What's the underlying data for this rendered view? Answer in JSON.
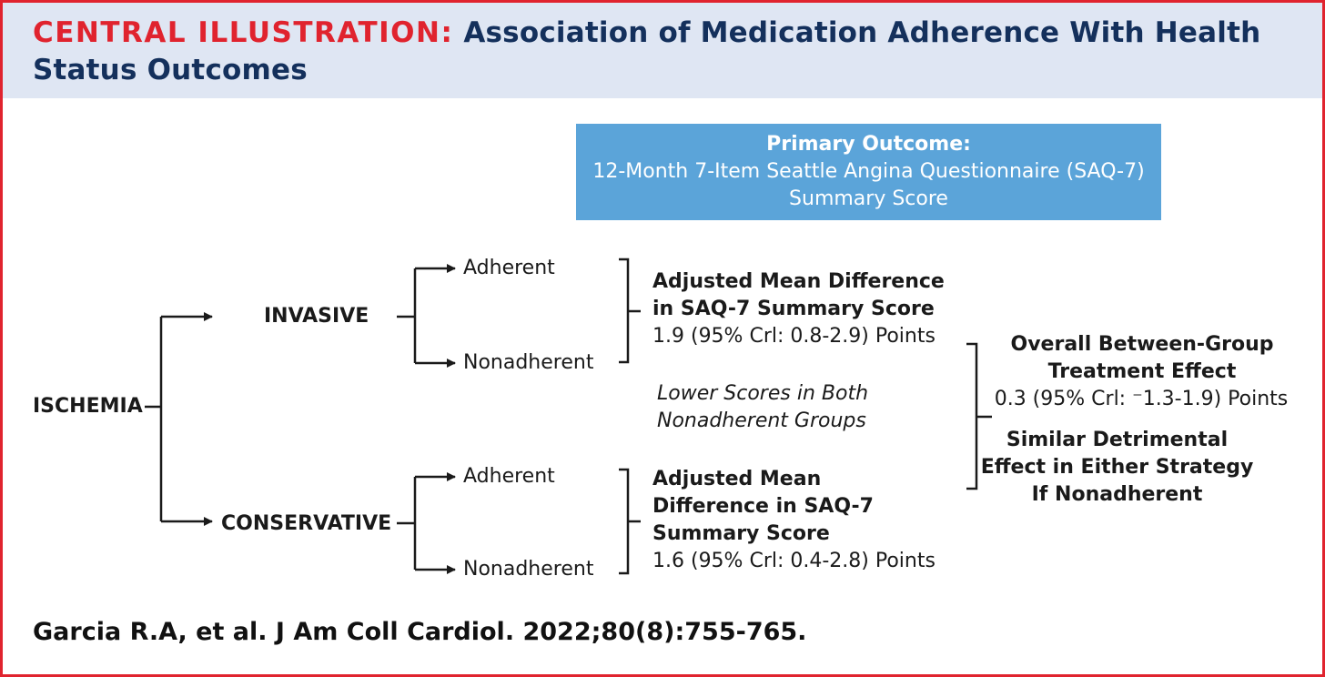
{
  "header": {
    "label": "CENTRAL ILLUSTRATION:",
    "title": "Association of Medication Adherence With Health Status Outcomes"
  },
  "primary_outcome": {
    "heading": "Primary Outcome:",
    "line1": "12-Month 7-Item Seattle Angina Questionnaire (SAQ-7)",
    "line2": "Summary Score"
  },
  "tree": {
    "root": "ISCHEMIA",
    "invasive": {
      "label": "INVASIVE",
      "adherent": "Adherent",
      "nonadherent": "Nonadherent",
      "result_line1": "Adjusted Mean Difference",
      "result_line2": "in SAQ-7 Summary Score",
      "result_value": "1.9 (95% Crl: 0.8-2.9) Points"
    },
    "conservative": {
      "label": "CONSERVATIVE",
      "adherent": "Adherent",
      "nonadherent": "Nonadherent",
      "result_line1": "Adjusted Mean",
      "result_line2": "Difference in SAQ-7",
      "result_line3": "Summary Score",
      "result_value": "1.6 (95% Crl: 0.4-2.8) Points"
    },
    "note_line1": "Lower Scores in Both",
    "note_line2": "Nonadherent Groups"
  },
  "overall": {
    "line1": "Overall Between-Group",
    "line2": "Treatment Effect",
    "value": "0.3 (95% Crl: ⁻1.3-1.9) Points",
    "conclusion_line1": "Similar Detrimental",
    "conclusion_line2": "Effect in Either Strategy",
    "conclusion_line3": "If Nonadherent"
  },
  "citation": "Garcia R.A, et al. J Am Coll Cardiol. 2022;80(8):755-765.",
  "colors": {
    "frame": "#e0232e",
    "header_bg": "#dfe6f3",
    "title_navy": "#14305c",
    "box_blue": "#5ba4d9"
  }
}
